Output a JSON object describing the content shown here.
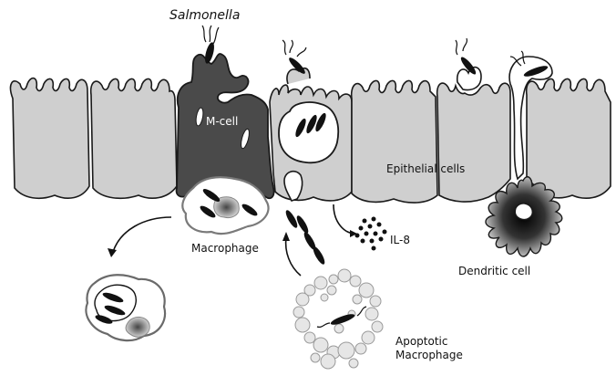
{
  "labels": {
    "salmonella": "Salmonella",
    "m_cell": "M-cell",
    "epithelial_cells": "Epithelial cells",
    "macrophage": "Macrophage",
    "il8": "IL-8",
    "dendritic_cell": "Dendritic cell",
    "apoptotic_line1": "Apoptotic",
    "apoptotic_line2": "Macrophage"
  },
  "colors": {
    "epithelium": "#cfcfcf",
    "m_cell": "#4a4a4a",
    "outline": "#1a1a1a",
    "vesicle": "#ffffff",
    "bacterium": "#111111",
    "apoptotic_bubble": "#e6e6e6"
  }
}
